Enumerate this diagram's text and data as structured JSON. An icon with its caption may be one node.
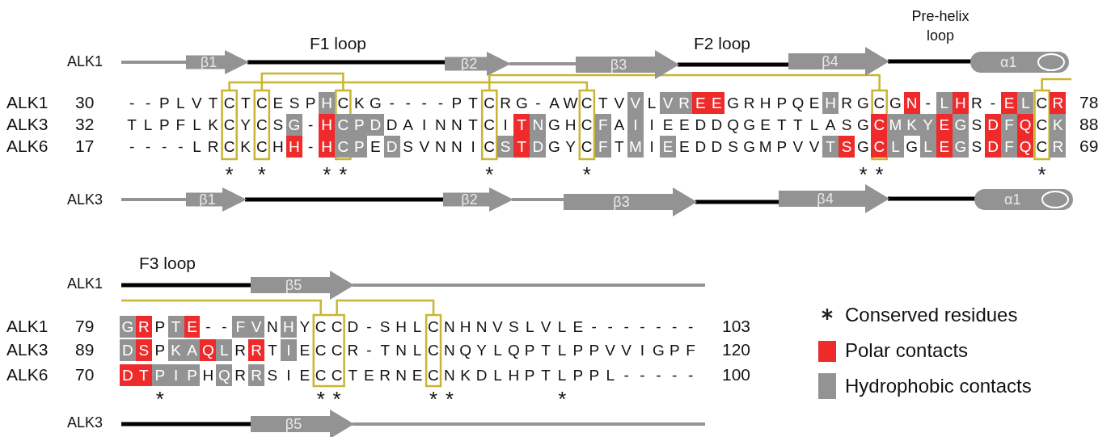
{
  "diagram": {
    "nodes": [
      {
        "text": [
          "β1"
        ]
      },
      {
        "text": [
          "β2"
        ]
      },
      {
        "text": [
          "β3"
        ]
      },
      {
        "text": [
          "β4"
        ]
      },
      {
        "text": [
          "α1"
        ]
      },
      {
        "text": [
          "β1"
        ]
      },
      {
        "text": [
          "β2"
        ]
      },
      {
        "text": [
          "β3"
        ]
      },
      {
        "text": [
          "β4"
        ]
      },
      {
        "text": [
          "α1"
        ]
      },
      {
        "text": [
          "β5"
        ]
      },
      {
        "text": [
          "β5"
        ]
      }
    ],
    "edges": [
      {
        "from": null,
        "to": 0,
        "arrow": "none",
        "color": "#939393"
      },
      {
        "from": 0,
        "to": 1,
        "arrow": "none"
      },
      {
        "from": 1,
        "to": 2,
        "arrow": "none",
        "color": "#939393"
      },
      {
        "from": 2,
        "to": 3,
        "arrow": "none"
      },
      {
        "from": 3,
        "to": 4,
        "arrow": "none"
      },
      {
        "from": null,
        "to": 5,
        "arrow": "none",
        "color": "#939393"
      },
      {
        "from": 5,
        "to": 6,
        "arrow": "none"
      },
      {
        "from": 6,
        "to": 7,
        "arrow": "none",
        "color": "#939393"
      },
      {
        "from": 7,
        "to": 8,
        "arrow": "none"
      },
      {
        "from": 8,
        "to": 9,
        "arrow": "none"
      },
      {
        "from": null,
        "to": 10,
        "arrow": "none"
      },
      {
        "from": 10,
        "to": null,
        "arrow": "none",
        "color": "#939393"
      },
      {
        "from": null,
        "to": 11,
        "arrow": "none"
      },
      {
        "from": 11,
        "to": null,
        "arrow": "none",
        "color": "#939393"
      }
    ],
    "labels": [
      "Pre-helix loop",
      "F1 loop",
      "F2 loop",
      "ALK1",
      "ALK1",
      "30",
      "- - P L V T C T C E S P H C K G - - - - P T C R G - A W C T V V L V R E E G R H P Q E H R G C G N - L H R - E L C R",
      "78",
      "ALK3",
      "32",
      "T L P F L K C Y C S G - H C P D D A I N N T C I T N G H C F A I I E E D D Q G E T T L A S G C M K Y E G S D F Q C K",
      "88",
      "ALK6",
      "17",
      "- - - - L R C K C H H - H C P E D S V N N I C S T D G Y C F T M I E E D D S G M P V V T S G C L G L E G S D F Q C R",
      "69",
      "*",
      "*",
      "*",
      "*",
      "*",
      "*",
      "*",
      "*",
      "*",
      "ALK3",
      "F3 loop",
      "ALK1",
      "ALK1",
      "79",
      "G R P T E - - F V N H Y C C D - S H L C N H N V S L V L E - - - - - - -",
      "103",
      "ALK3",
      "89",
      "D S P K A Q L R R T I E C C R - T N L C N Q Y L Q P T L P P V V I G P F",
      "120",
      "ALK6",
      "70",
      "D T P I P H Q R R S I E C C T E R N E C N K D L H P T L P P L - - - - -",
      "100",
      "*",
      "*",
      "*",
      "*",
      "*",
      "*",
      "ALK3"
    ],
    "legend": [
      {
        "text": "Conserved residues"
      },
      {
        "text": "Polar contacts",
        "color": "#ee2a2a"
      },
      {
        "text": "Hydrophobic contacts",
        "color": "#939393"
      }
    ]
  }
}
